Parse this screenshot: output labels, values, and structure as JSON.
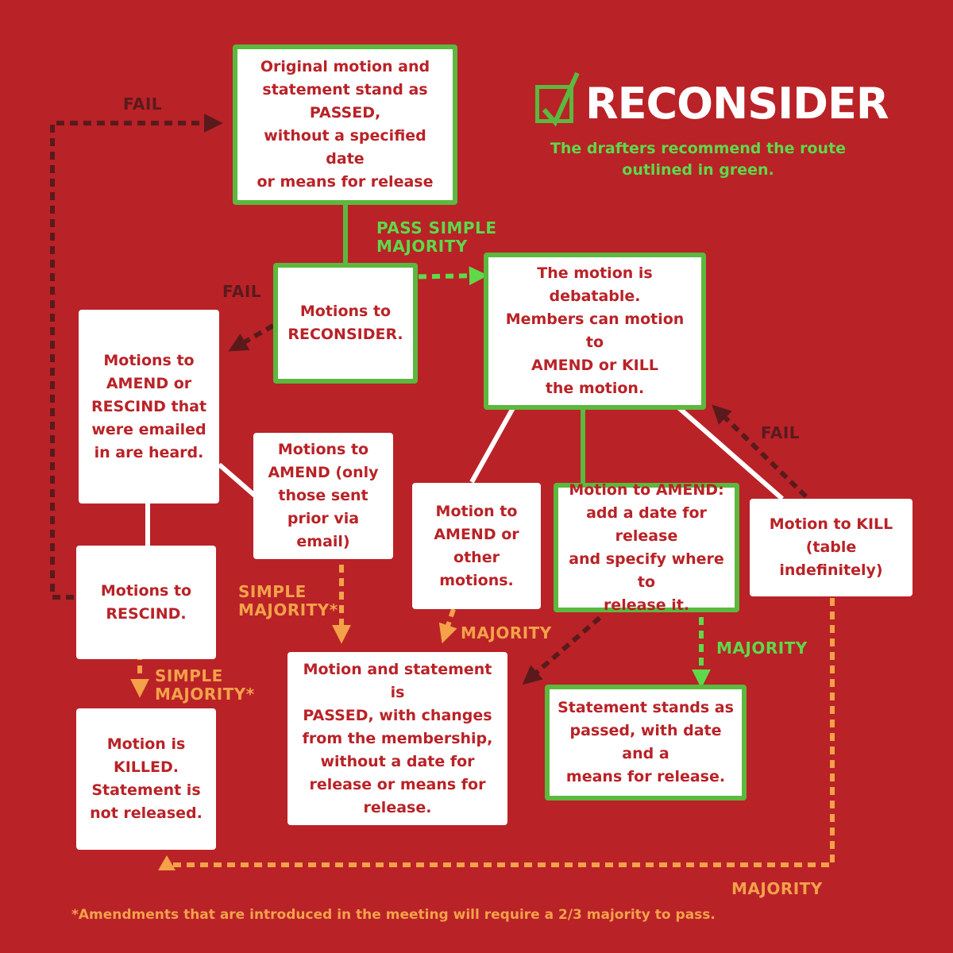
{
  "title": "RECONSIDER",
  "subtitle": "The drafters recommend the route\noutlined in green.",
  "footnote": "*Amendments that are introduced in the meeting will require a 2/3 majority to pass.",
  "icons": {
    "title": "checkbox-checked-icon"
  },
  "colors": {
    "background": "#b92227",
    "box": "#ffffff",
    "box_text": "#b92227",
    "green_route": "#5cb83e",
    "green_label": "#5ed94a",
    "orange": "#f4a14a",
    "dark": "#5a1a1c"
  },
  "boxes": {
    "original": "Original motion and\nstatement stand as\nPASSED,\nwithout a specified date\nor means for release",
    "reconsider": "Motions to\nRECONSIDER.",
    "debatable": "The motion is debatable.\nMembers can motion to\nAMEND or KILL\nthe motion.",
    "emailed": "Motions to\nAMEND or\nRESCIND that\nwere emailed\nin are heard.",
    "amend_email": "Motions to\nAMEND (only\nthose sent\nprior via email)",
    "amend_other": "Motion to\nAMEND or\nother\nmotions.",
    "amend_date": "Motion to AMEND:\nadd a date for release\nand specify where to\nrelease it.",
    "kill_motion": "Motion to KILL\n(table indefinitely)",
    "rescind": "Motions to\nRESCIND.",
    "passed_changes": "Motion and statement is\nPASSED, with changes\nfrom the membership,\nwithout a date for\nrelease or means for\nrelease.",
    "stands_date": "Statement stands as\npassed, with date and a\nmeans for release.",
    "killed": "Motion is\nKILLED.\nStatement is\nnot released."
  },
  "labels": {
    "fail_top": "FAIL",
    "fail_mid": "FAIL",
    "fail_right": "FAIL",
    "pass_simple": "PASS SIMPLE\nMAJORITY",
    "simple_majority_star_1": "SIMPLE\nMAJORITY*",
    "simple_majority_star_2": "SIMPLE\nMAJORITY*",
    "majority_orange": "MAJORITY",
    "majority_green": "MAJORITY",
    "majority_bottom": "MAJORITY"
  }
}
